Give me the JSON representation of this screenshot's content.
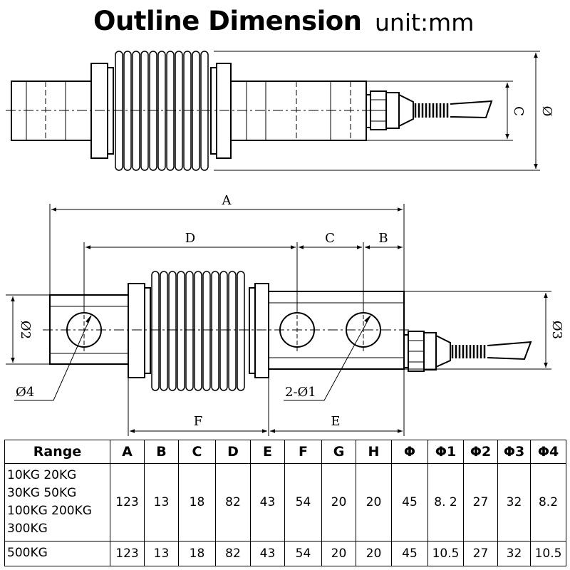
{
  "title": {
    "main": "Outline Dimension",
    "unit": "unit:mm"
  },
  "labels": {
    "top_view": {
      "C": "C",
      "phi": "Ø"
    },
    "front_view": {
      "A": "A",
      "D": "D",
      "C": "C",
      "B": "B",
      "phi2": "Ø2",
      "phi3": "Ø3",
      "phi4": "Ø4",
      "hole": "2-Ø1",
      "F": "F",
      "E": "E"
    }
  },
  "table": {
    "headers": [
      "Range",
      "A",
      "B",
      "C",
      "D",
      "E",
      "F",
      "G",
      "H",
      "Φ",
      "Φ1",
      "Φ2",
      "Φ3",
      "Φ4"
    ],
    "rows": [
      {
        "range": [
          "10KG 20KG",
          "30KG 50KG",
          "100KG 200KG",
          "300KG"
        ],
        "values": [
          "123",
          "13",
          "18",
          "82",
          "43",
          "54",
          "20",
          "20",
          "45",
          "8. 2",
          "27",
          "32",
          "8.2"
        ]
      },
      {
        "range": [
          "500KG"
        ],
        "values": [
          "123",
          "13",
          "18",
          "82",
          "43",
          "54",
          "20",
          "20",
          "45",
          "10.5",
          "27",
          "32",
          "10.5"
        ]
      }
    ]
  }
}
